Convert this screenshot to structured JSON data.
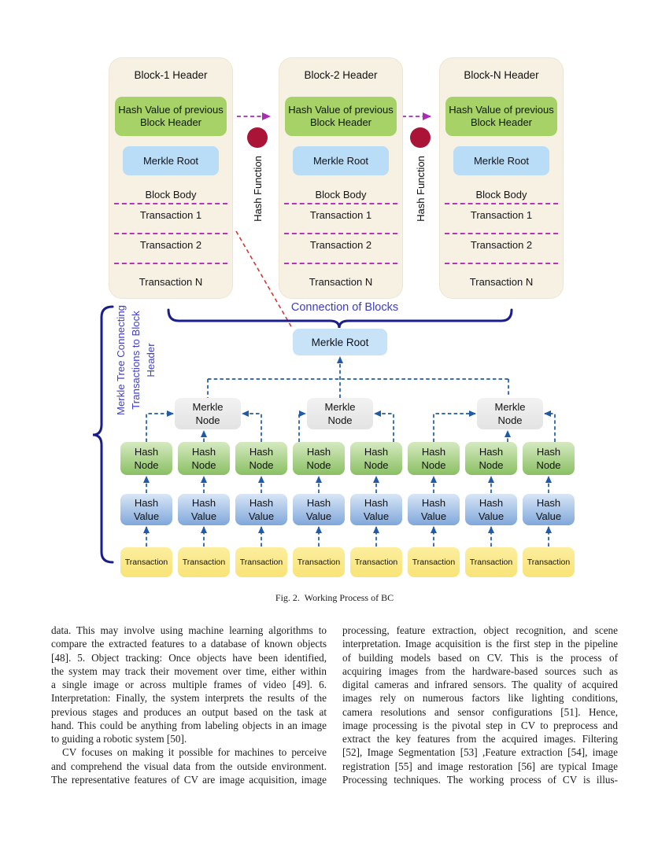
{
  "figure": {
    "blocks": [
      "Block-1 Header",
      "Block-2 Header",
      "Block-N Header"
    ],
    "block_labels": {
      "hash_value": "Hash Value of previous\nBlock Header",
      "merkle_root": "Merkle Root",
      "block_body": "Block Body",
      "tx1": "Transaction 1",
      "tx2": "Transaction 2",
      "txN": "Transaction N"
    },
    "hash_functions": [
      "Hash Function",
      "Hash Function"
    ],
    "connection_label": "Connection of Blocks",
    "merkle_tree_label": "Merkle Tree Connecting\nTransactions to Block\nHeader",
    "tree": {
      "merkle_root": "Merkle Root",
      "merkle_nodes": [
        "Merkle\nNode",
        "Merkle\nNode",
        "Merkle\nNode"
      ],
      "hash_nodes": [
        "Hash\nNode",
        "Hash\nNode",
        "Hash\nNode",
        "Hash\nNode",
        "Hash\nNode",
        "Hash\nNode",
        "Hash\nNode",
        "Hash\nNode"
      ],
      "hash_values": [
        "Hash\nValue",
        "Hash\nValue",
        "Hash\nValue",
        "Hash\nValue",
        "Hash\nValue",
        "Hash\nValue",
        "Hash\nValue",
        "Hash\nValue"
      ],
      "transactions": [
        "Transaction",
        "Transaction",
        "Transaction",
        "Transaction",
        "Transaction",
        "Transaction",
        "Transaction",
        "Transaction"
      ]
    },
    "colors": {
      "block_background": "#F6F1E2",
      "hash_value_green": "#A6D268",
      "merkle_root_blue": "#B9DCF7",
      "merkle_node_gray": "#E9E9E9",
      "hash_node_green_top": "#D6EAC1",
      "hash_node_green_bottom": "#8AC063",
      "hash_value_blue_top": "#D9E6F6",
      "hash_value_blue_bottom": "#7FA7DB",
      "transaction_yellow": "#FBE98A",
      "hash_function_circle": "#A91437",
      "chain_arrow_magenta": "#A82CB4",
      "separator_magenta": "#B733B7",
      "brace_navy": "#1A1D8C",
      "label_blue": "#3B3BCB",
      "tree_arrow_blue": "#1F5BA8",
      "merkle_link_red": "#D23536"
    }
  },
  "caption": "Fig. 2.  Working Process of BC",
  "article": {
    "left_para1": [
      "data. This may involve using machine learning algorithms to",
      "compare the extracted features to a database of known objects",
      "[48]. 5. Object tracking: Once objects have been identified,",
      "the system may track their movement over time, either within",
      "a single image or across multiple frames of video [49]. 6.",
      "Interpretation: Finally, the system interprets the results of the",
      "previous stages and produces an output based on the task at",
      "hand. This could be anything from labeling objects in an image",
      "to guiding a robotic system [50]."
    ],
    "left_para2": [
      "CV focuses on making it possible for machines to perceive",
      "and comprehend the visual data from the outside environment.",
      "The representative features of CV are image acquisition, image"
    ],
    "right_para1": [
      "processing, feature extraction, object recognition, and scene",
      "interpretation. Image acquisition is the first step in the pipeline",
      "of building models based on CV. This is the process of",
      "acquiring images from the hardware-based sources such as",
      "digital cameras and infrared sensors. The quality of acquired",
      "images rely on numerous factors like lighting conditions,",
      "camera resolutions and sensor configurations [51]. Hence,",
      "image processing is the pivotal step in CV to preprocess and",
      "extract the key features from the acquired images. Filtering",
      "[52], Image Segmentation [53] ,Feature extraction [54], image",
      "registration [55] and image restoration [56] are typical Image",
      "Processing techniques. The working process of CV is illus-"
    ]
  }
}
